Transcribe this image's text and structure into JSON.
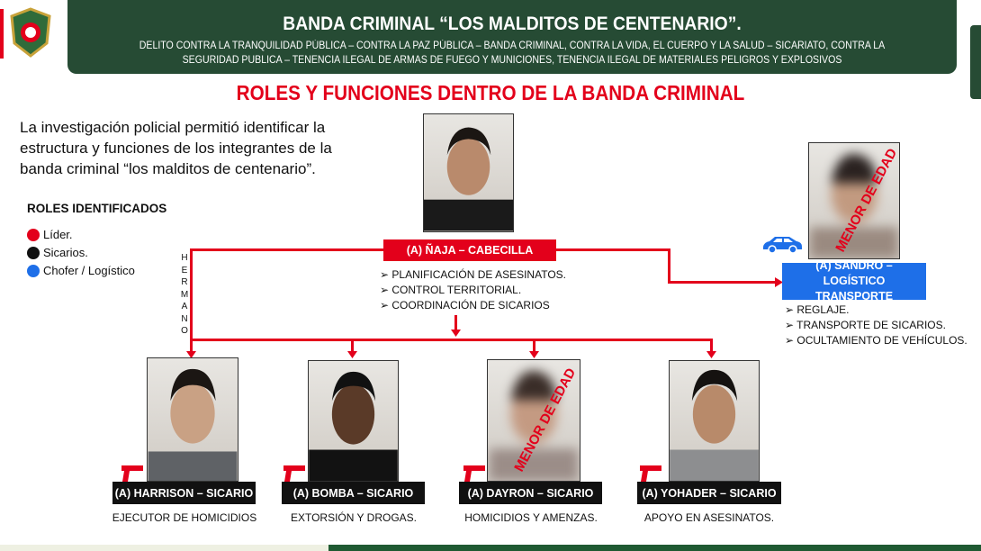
{
  "header": {
    "title": "BANDA CRIMINAL “LOS MALDITOS DE CENTENARIO”.",
    "subtitle": "DELITO CONTRA LA TRANQUILIDAD PÚBLICA – CONTRA LA PAZ PÚBLICA – BANDA CRIMINAL, CONTRA LA VIDA, EL CUERPO Y LA SALUD – SICARIATO, CONTRA LA SEGURIDAD PUBLICA – TENENCIA ILEGAL DE ARMAS DE FUEGO Y MUNICIONES, TENENCIA ILEGAL DE MATERIALES PELIGROS Y EXPLOSIVOS"
  },
  "section_title": "ROLES Y FUNCIONES DENTRO DE LA BANDA CRIMINAL",
  "intro": "La investigación policial permitió identificar la estructura y funciones de los integrantes de la banda criminal “los malditos de centenario”.",
  "legend": {
    "title": "ROLES IDENTIFICADOS",
    "items": [
      {
        "label": "Líder.",
        "color": "#e3001b"
      },
      {
        "label": "Sicarios.",
        "color": "#111111"
      },
      {
        "label": "Chofer / Logístico",
        "color": "#1e6fe8"
      }
    ]
  },
  "relation_label": [
    "H",
    "E",
    "R",
    "M",
    "A",
    "N",
    "O"
  ],
  "minor_stamp": "MENOR DE EDAD",
  "leader": {
    "label": "(A) ÑAJA – CABECILLA",
    "functions": [
      "PLANIFICACIÓN DE ASESINATOS.",
      "CONTROL TERRITORIAL.",
      "COORDINACIÓN DE SICARIOS"
    ]
  },
  "logistic": {
    "label": "(A) SANDRO – LOGÍSTICO TRANSPORTE",
    "functions": [
      "REGLAJE.",
      "TRANSPORTE DE SICARIOS.",
      "OCULTAMIENTO DE VEHÍCULOS."
    ]
  },
  "sicarios": [
    {
      "label": "(A) HARRISON – SICARIO",
      "desc": "EJECUTOR DE HOMICIDIOS"
    },
    {
      "label": "(A) BOMBA – SICARIO",
      "desc": "EXTORSIÓN Y DROGAS."
    },
    {
      "label": "(A) DAYRON – SICARIO",
      "desc": "HOMICIDIOS Y AMENZAS."
    },
    {
      "label": "(A) YOHADER – SICARIO",
      "desc": "APOYO EN ASESINATOS."
    }
  ],
  "colors": {
    "header_bg": "#264b34",
    "accent_red": "#e3001b",
    "logistic_blue": "#1e6fe8"
  }
}
